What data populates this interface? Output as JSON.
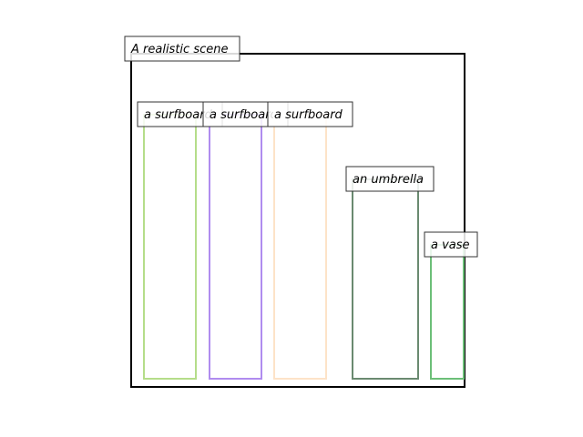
{
  "scene": {
    "title": "A realistic scene",
    "frame_color": "#000000"
  },
  "objects": [
    {
      "label": "a surfboard",
      "color": "#b5dd8a"
    },
    {
      "label": "a surfboard",
      "color": "#b08cef"
    },
    {
      "label": "a surfboard",
      "color": "#fde3c8"
    },
    {
      "label": "an umbrella",
      "color": "#6a8a70"
    },
    {
      "label": "a vase",
      "color": "#6cbf78"
    }
  ]
}
